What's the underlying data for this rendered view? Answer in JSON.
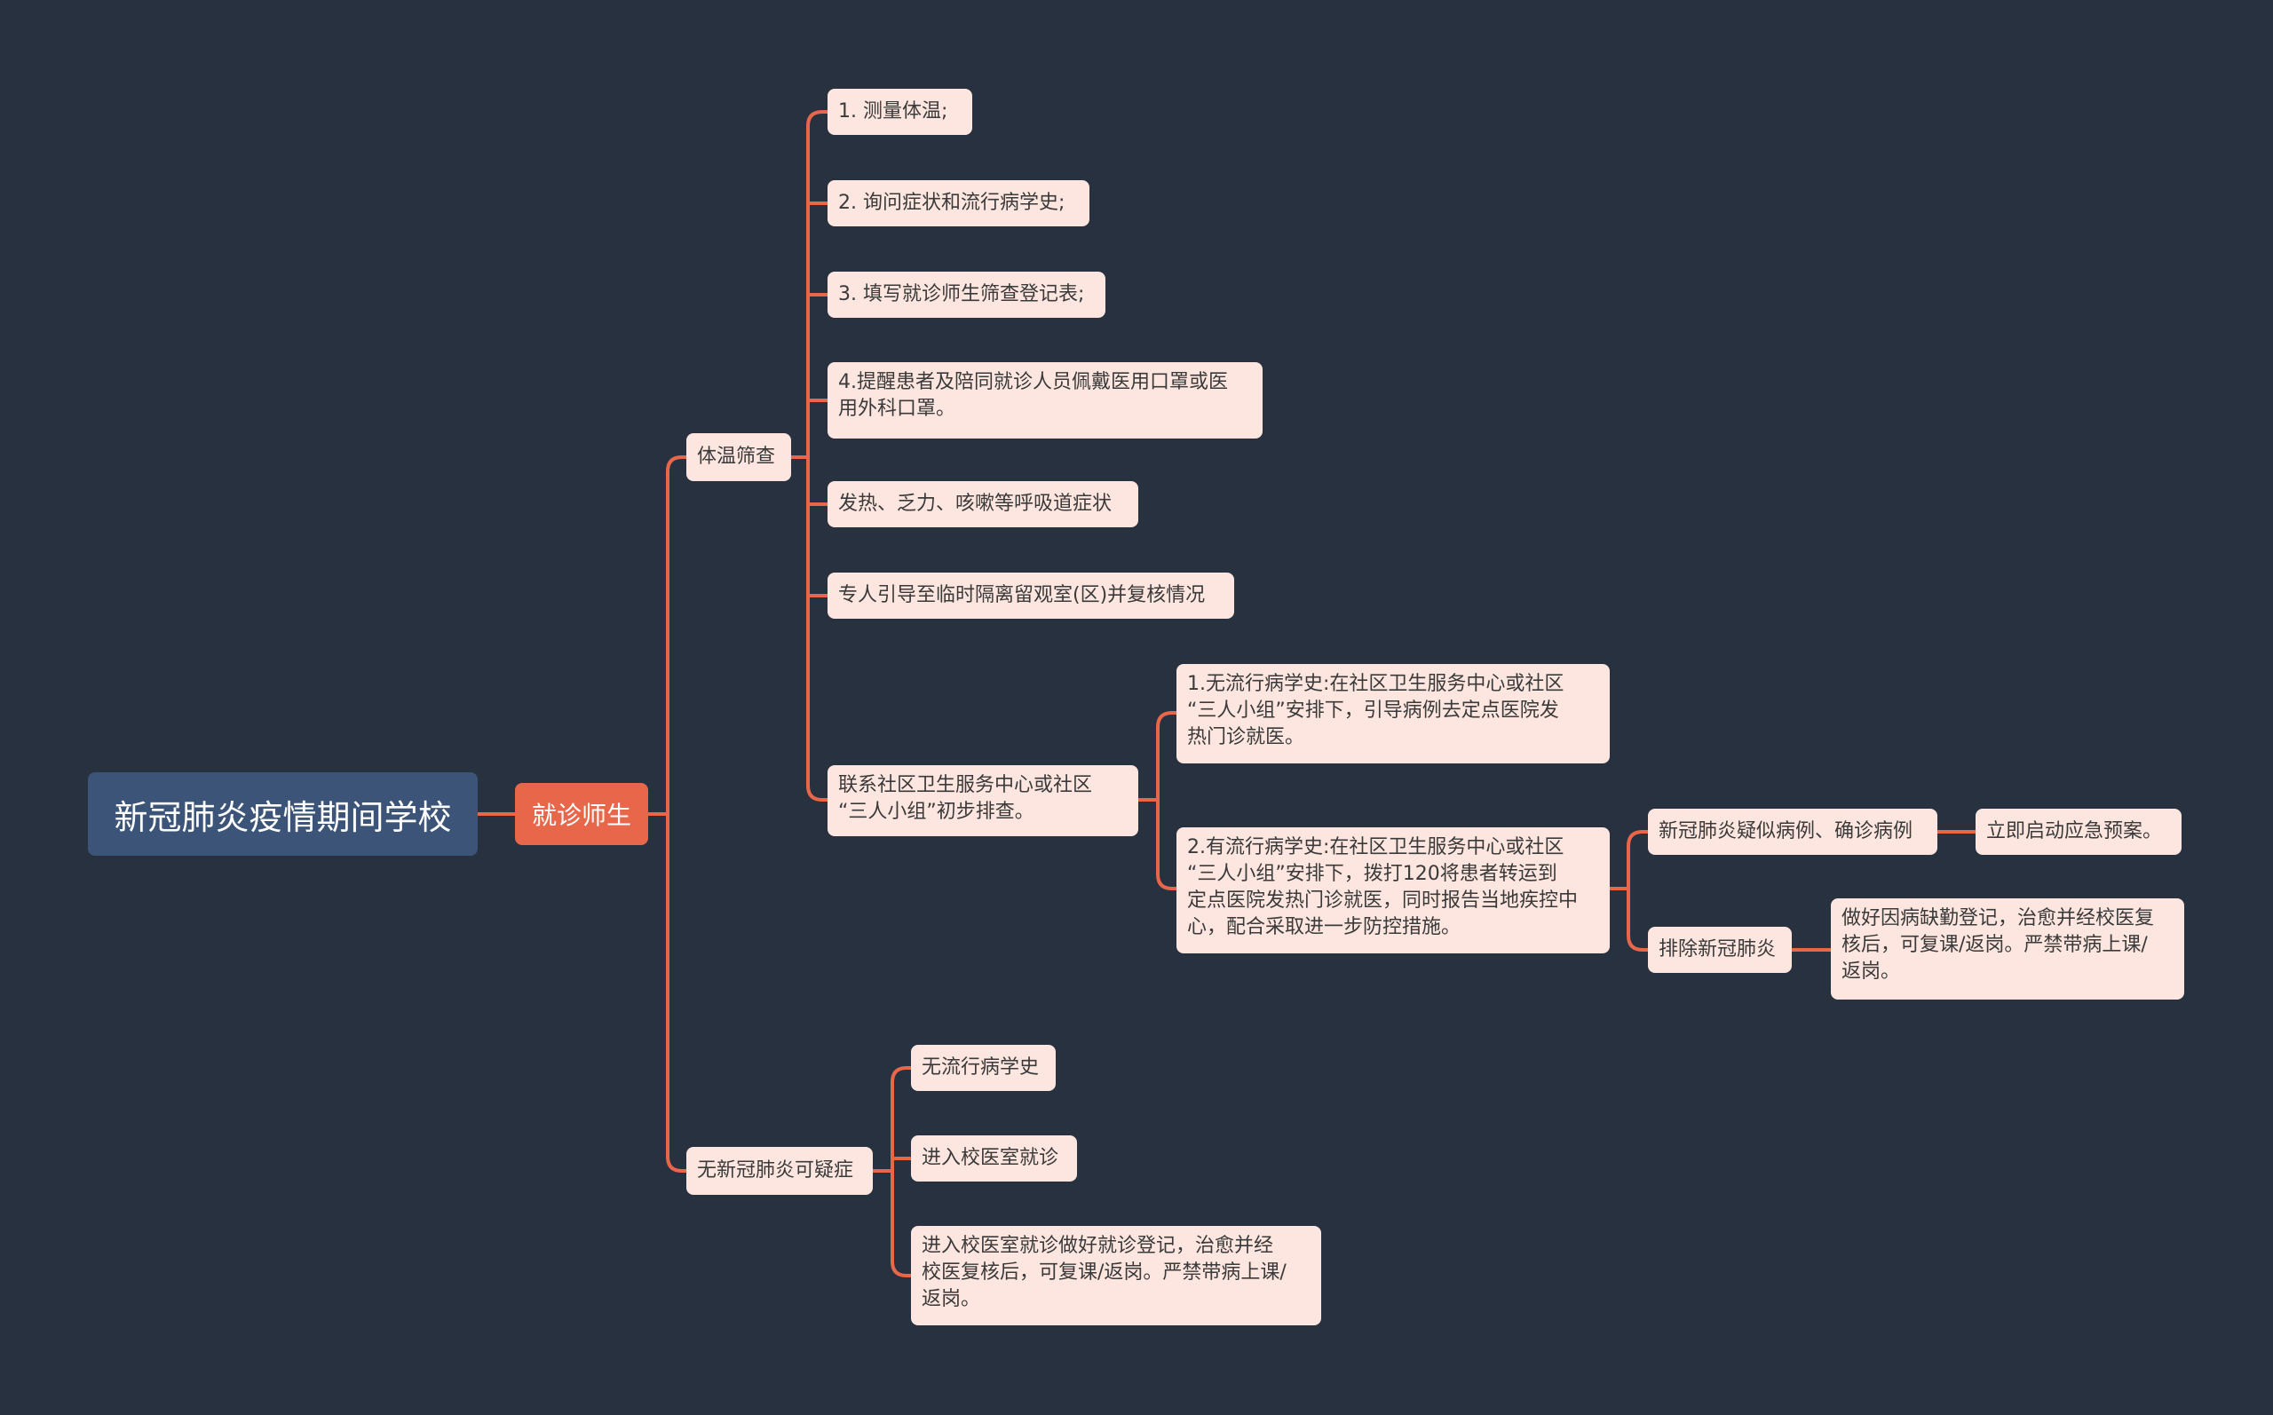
{
  "root": "新冠肺炎疫情期间学校",
  "main_branch": "就诊师生",
  "branch_temperature": {
    "label": "体温筛查",
    "items": [
      "1. 测量体温;",
      "2. 询问症状和流行病学史;",
      "3. 填写就诊师生筛查登记表;",
      "4.提醒患者及陪同就诊人员佩戴医用口罩或医\n用外科口罩。",
      "发热、乏力、咳嗽等呼吸道症状",
      "专人引导至临时隔离留观室(区)并复核情况",
      "联系社区卫生服务中心或社区\n“三人小组”初步排查。"
    ],
    "community": {
      "no_history": "1.无流行病学史:在社区卫生服务中心或社区\n“三人小组”安排下，引导病例去定点医院发\n热门诊就医。",
      "has_history": "2.有流行病学史:在社区卫生服务中心或社区\n“三人小组”安排下，拨打120将患者转运到\n定点医院发热门诊就医，同时报告当地疾控中\n心，配合采取进一步防控措施。",
      "suspected": "新冠肺炎疑似病例、确诊病例",
      "suspected_action": "立即启动应急预案。",
      "excluded": "排除新冠肺炎",
      "excluded_action": "做好因病缺勤登记，治愈并经校医复\n核后，可复课/返岗。严禁带病上课/\n返岗。"
    }
  },
  "branch_no_symptom": {
    "label": "无新冠肺炎可疑症",
    "items": [
      "无流行病学史",
      "进入校医室就诊",
      "进入校医室就诊做好就诊登记，治愈并经\n校医复核后，可复课/返岗。严禁带病上课/\n返岗。"
    ]
  },
  "colors": {
    "background": "#283140",
    "root_fill": "#3b5478",
    "main_fill": "#e8664a",
    "node_fill": "#fde6df",
    "connector": "#e8664a"
  }
}
